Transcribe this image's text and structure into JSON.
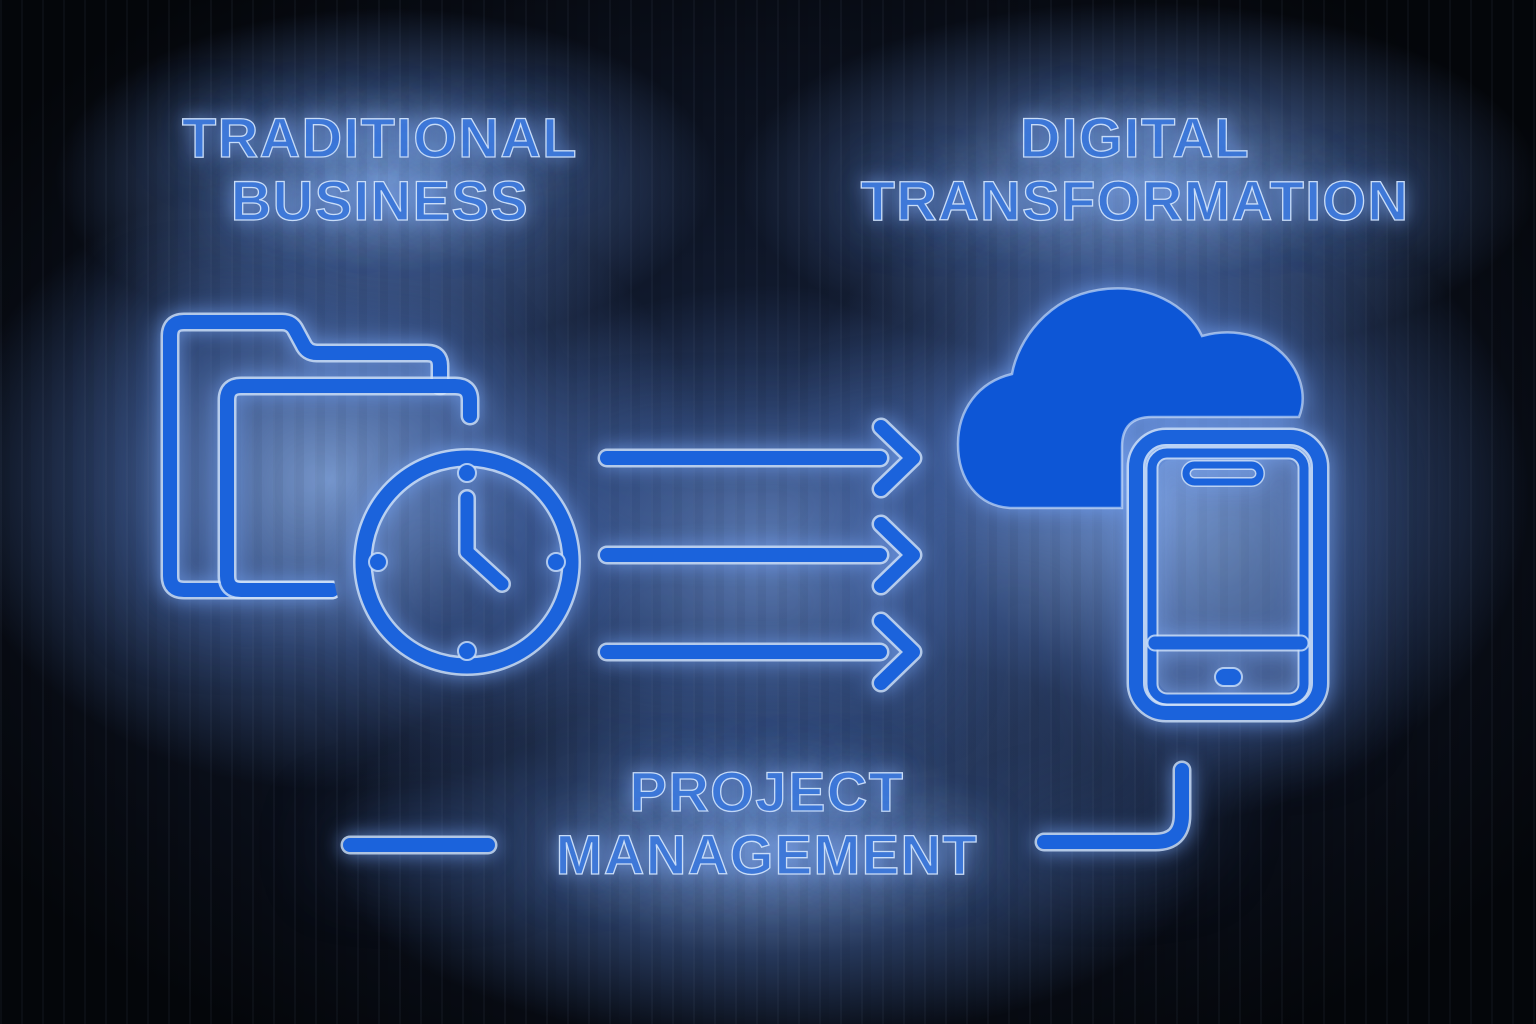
{
  "illustration": {
    "description": "Neon-glow concept diagram on black: traditional business (folder and clock) transforms via three arrows into digital transformation (cloud and smartphone), underpinned by project management"
  },
  "labels": {
    "left": {
      "line1": "TRADITIONAL",
      "line2": "BUSINESS"
    },
    "right": {
      "line1": "DIGITAL",
      "line2": "TRANSFORMATION"
    },
    "bottom": {
      "line1": "PROJECT",
      "line2": "MANAGEMENT"
    }
  },
  "icons": [
    {
      "name": "folder-icon"
    },
    {
      "name": "clock-icon"
    },
    {
      "name": "arrow-right-icon",
      "count": 3
    },
    {
      "name": "cloud-icon"
    },
    {
      "name": "smartphone-icon"
    },
    {
      "name": "connector-elbow-line"
    },
    {
      "name": "connector-dash-line"
    }
  ],
  "colors": {
    "background": "#04060a",
    "main": "#1b63dc",
    "cloud": "#0d56d6",
    "edge": "#cfe2fa",
    "text": "#3e78d8",
    "textedge": "#c9ddf8",
    "glow": "#6d9be0"
  }
}
